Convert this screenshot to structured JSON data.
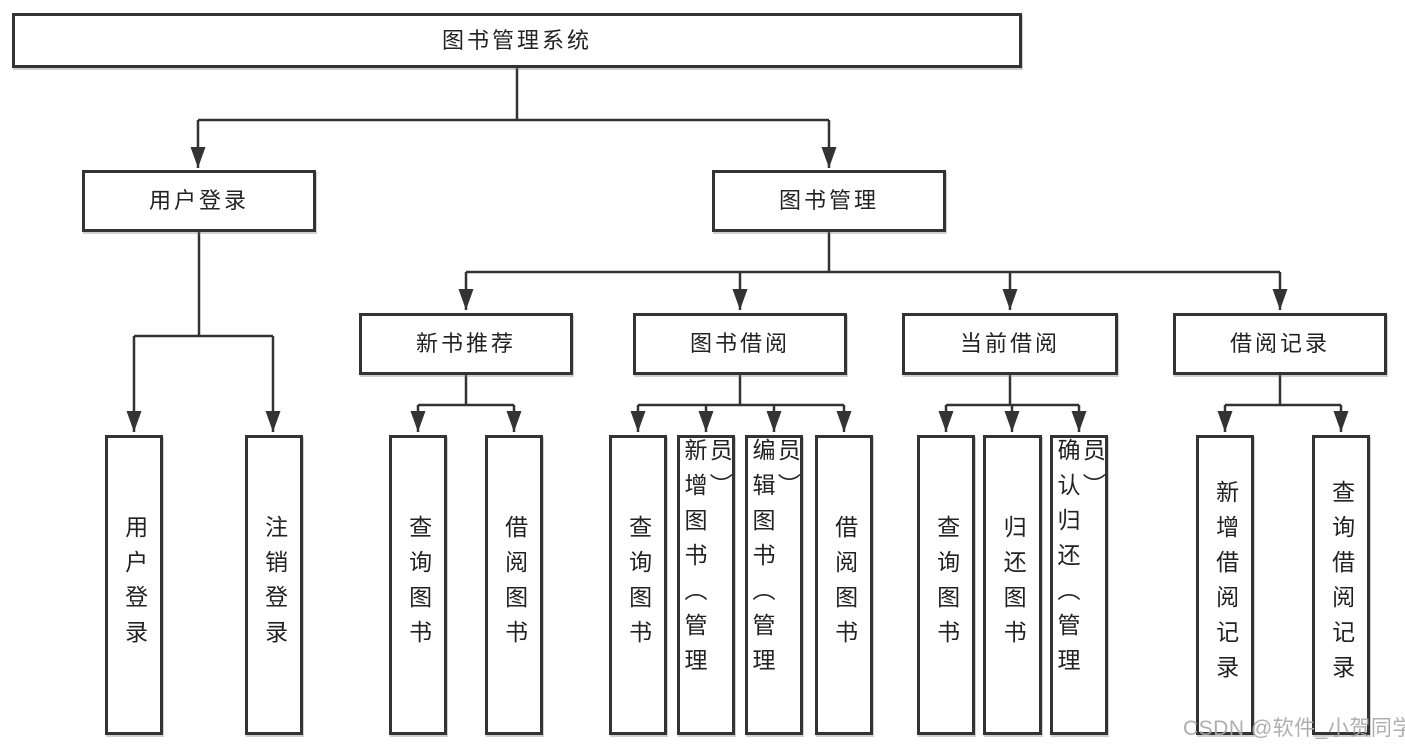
{
  "tree": {
    "root": {
      "label": "图书管理系统"
    },
    "branches": [
      {
        "label": "用户登录",
        "children": [
          {
            "label": "用户登录"
          },
          {
            "label": "注销登录"
          }
        ]
      },
      {
        "label": "图书管理",
        "children": [
          {
            "label": "新书推荐",
            "children": [
              {
                "label": "查询图书"
              },
              {
                "label": "借阅图书"
              }
            ]
          },
          {
            "label": "图书借阅",
            "children": [
              {
                "label": "查询图书"
              },
              {
                "label": "新增图书（管理员）"
              },
              {
                "label": "编辑图书（管理员）"
              },
              {
                "label": "借阅图书"
              }
            ]
          },
          {
            "label": "当前借阅",
            "children": [
              {
                "label": "查询图书"
              },
              {
                "label": "归还图书"
              },
              {
                "label": "确认归还（管理员）"
              }
            ]
          },
          {
            "label": "借阅记录",
            "children": [
              {
                "label": "新增借阅记录"
              },
              {
                "label": "查询借阅记录"
              }
            ]
          }
        ]
      }
    ]
  },
  "watermark": {
    "text": "CSDN @软件_小贺同学"
  },
  "colors": {
    "line": "#333333",
    "box_border": "#333333",
    "box_fill": "#ffffff",
    "text": "#222222",
    "watermark": "#a8a8a8",
    "background": "#ffffff"
  }
}
